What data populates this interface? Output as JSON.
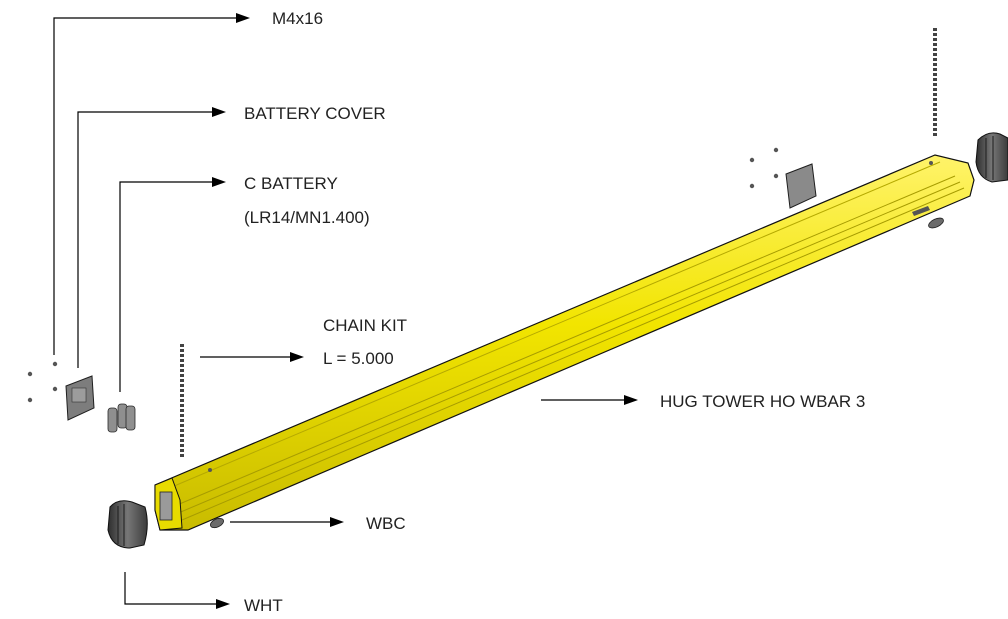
{
  "labels": {
    "screw": "M4x16",
    "battery_cover": "BATTERY COVER",
    "battery_line1": "C BATTERY",
    "battery_line2": "(LR14/MN1.400)",
    "chain_line1": "CHAIN KIT",
    "chain_line2": "L = 5.000",
    "bar": "HUG TOWER HO WBAR 3",
    "wbc": "WBC",
    "wht": "WHT"
  },
  "colors": {
    "bar_yellow": "#f2e500",
    "bar_yellow_dark": "#cfc200",
    "part_gray": "#6b6b6b",
    "part_dark": "#3a3a3a",
    "line": "#000000"
  }
}
